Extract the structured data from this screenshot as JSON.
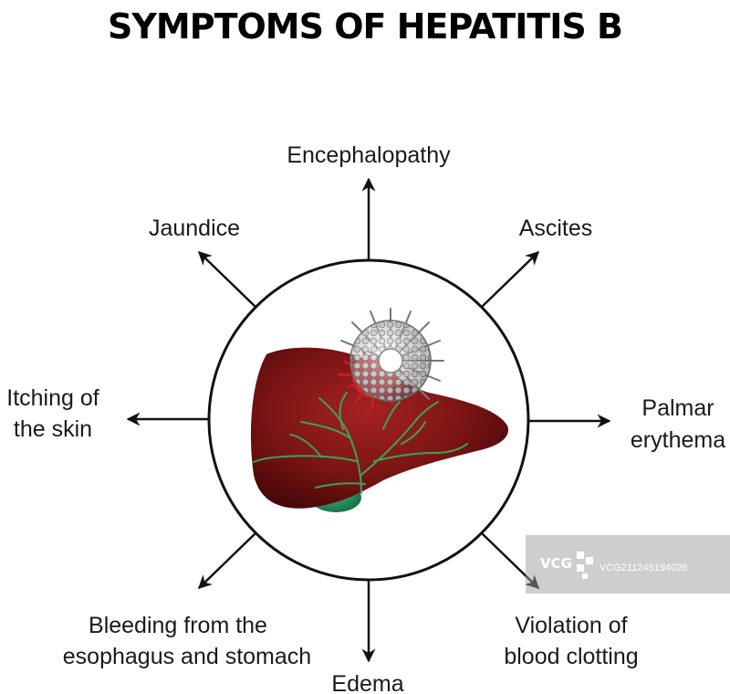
{
  "title": "SYMPTOMS OF HEPATITIS B",
  "symptoms": {
    "encephalopathy": "Encephalopathy",
    "jaundice": "Jaundice",
    "ascites": "Ascites",
    "itching_line1": "Itching of",
    "itching_line2": "the skin",
    "palmar_line1": "Palmar",
    "palmar_line2": "erythema",
    "bleeding_line1": "Bleeding from the",
    "bleeding_line2": "esophagus and stomach",
    "edema": "Edema",
    "clotting_line1": "Violation of",
    "clotting_line2": "blood clotting"
  },
  "watermark": {
    "logo": "VCG",
    "code": "VCG211245194026"
  },
  "colors": {
    "liver": "#7a1414",
    "gallbladder": "#1f8a5c",
    "vessels": "#3aa35a",
    "virus": "#9a9a9a",
    "inflamed": "#d8262b"
  }
}
